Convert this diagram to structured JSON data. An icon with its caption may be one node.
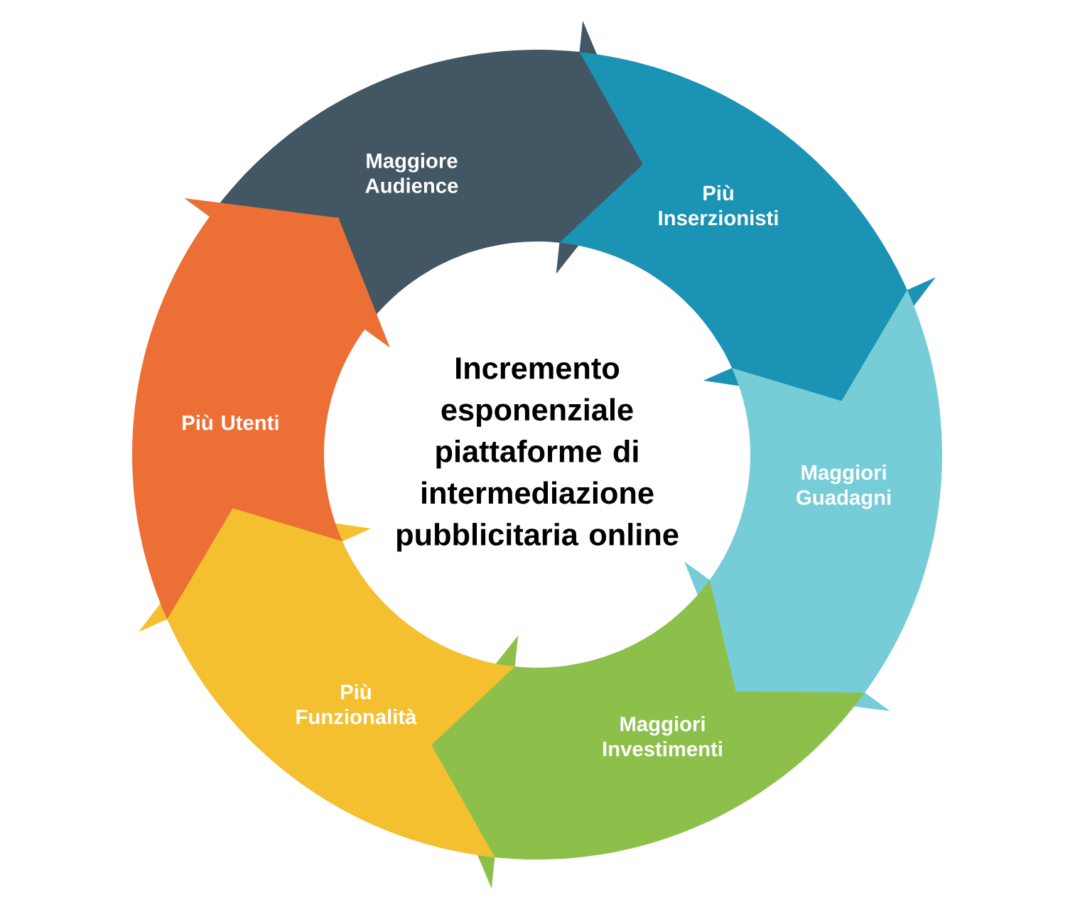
{
  "diagram": {
    "nodes": [
      {
        "text": [
          "Incremento esponenziale piattaforme di intermediazione pubblicitaria online"
        ]
      },
      {
        "text": [
          "Maggiore Audience"
        ]
      },
      {
        "text": [
          "Più Inserzionisti"
        ]
      },
      {
        "text": [
          "Maggiori Guadagni"
        ]
      },
      {
        "text": [
          "Maggiori Investimenti"
        ]
      },
      {
        "text": [
          "Più Funzionalità"
        ]
      },
      {
        "text": [
          "Più Utenti"
        ]
      }
    ]
  }
}
